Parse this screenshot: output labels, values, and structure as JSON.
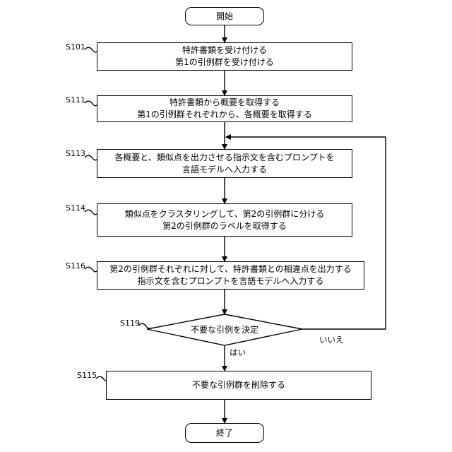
{
  "start": "開始",
  "end": "終了",
  "steps": {
    "s101": {
      "label": "S101",
      "line1": "特許書類を受け付ける",
      "line2": "第1の引例群を受け付ける"
    },
    "s111": {
      "label": "S111",
      "line1": "特許書類から概要を取得する",
      "line2": "第1の引例群それぞれから、各概要を取得する"
    },
    "s113": {
      "label": "S113",
      "line1": "各概要と、類似点を出力させる指示文を含むプロンプトを",
      "line2": "言語モデルへ入力する"
    },
    "s114": {
      "label": "S114",
      "line1": "類似点をクラスタリングして、第2の引例群に分ける",
      "line2": "第2の引例群のラベルを取得する"
    },
    "s116": {
      "label": "S116",
      "line1": "第2の引例群それぞれに対して、特許書類との相違点を出力する",
      "line2": "指示文を含むプロンプトを言語モデルへ入力する"
    },
    "s119": {
      "label": "S119",
      "text": "不要な引例を決定",
      "yes": "はい",
      "no": "いいえ"
    },
    "s115": {
      "label": "S115",
      "text": "不要な引例群を削除する"
    }
  }
}
